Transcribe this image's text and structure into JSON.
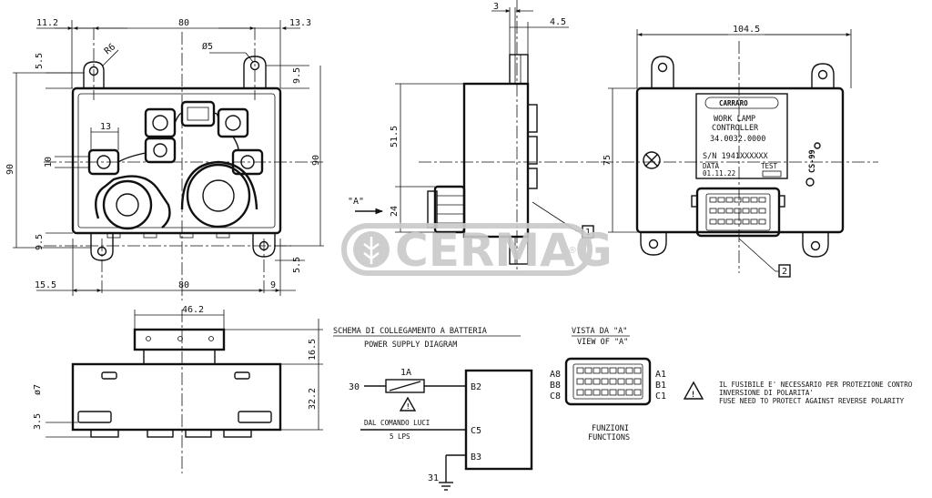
{
  "watermark": {
    "brand": "CERMAG",
    "registered": "®"
  },
  "front_view": {
    "dims": {
      "left_margin_top": "11.2",
      "width_top": "80",
      "right_margin_top": "13.3",
      "hole_radius": "R6",
      "hole_diameter": "Ø5",
      "left_vertical_top": "5.5",
      "right_vertical_top": "9.5",
      "connector_width": "13",
      "connector_offset": "10",
      "overall_height_left": "90",
      "overall_height_right": "90",
      "left_vertical_bottom": "9.5",
      "right_vertical_bottom": "5.5",
      "left_margin_bottom": "15.5",
      "width_bottom": "80",
      "right_margin_bottom": "9"
    }
  },
  "side_view": {
    "dims": {
      "flange_thickness": "3",
      "flange_offset": "4.5",
      "upper_height": "51.5",
      "lower_height": "24"
    },
    "view_arrow": "\"A\"",
    "callout_1": "1"
  },
  "rear_view": {
    "dims": {
      "width": "104.5",
      "height": "75"
    },
    "label": {
      "logo": "CARRARO",
      "title_line1": "WORK LAMP",
      "title_line2": "CONTROLLER",
      "part_no": "34.0032.0000",
      "serial": "S/N 1941XXXXXX",
      "date_label": "DATA",
      "date_value": "01.11.22",
      "code_label": "TEST",
      "side_code": "CS-99"
    },
    "callout_2": "2"
  },
  "bottom_view": {
    "dims": {
      "bracket_width": "46.2",
      "top_height": "16.5",
      "body_height": "32.2",
      "diameter": "ø7",
      "bottom_offset": "3.5"
    }
  },
  "schematic": {
    "title_it": "SCHEMA DI COLLEGAMENTO A BATTERIA",
    "title_en": "POWER SUPPLY DIAGRAM",
    "input_30": "30",
    "fuse_rating": "1A",
    "pin_b2": "B2",
    "pin_c5": "C5",
    "pin_b3": "B3",
    "ground_31": "31",
    "light_cmd_line1": "DAL COMANDO LUCI",
    "light_cmd_line2": "5 LPS"
  },
  "view_a": {
    "title_it": "VISTA DA \"A\"",
    "title_en": "VIEW OF \"A\"",
    "left_pins": [
      "A8",
      "B8",
      "C8"
    ],
    "right_pins": [
      "A1",
      "B1",
      "C1"
    ],
    "functions_it": "FUNZIONI",
    "functions_en": "FUNCTIONS"
  },
  "warning": {
    "line1": "IL FUSIBILE E' NECESSARIO PER PROTEZIONE CONTRO",
    "line2": "INVERSIONE DI POLARITA'",
    "line3": "FUSE NEED TO PROTECT AGAINST REVERSE POLARITY"
  }
}
